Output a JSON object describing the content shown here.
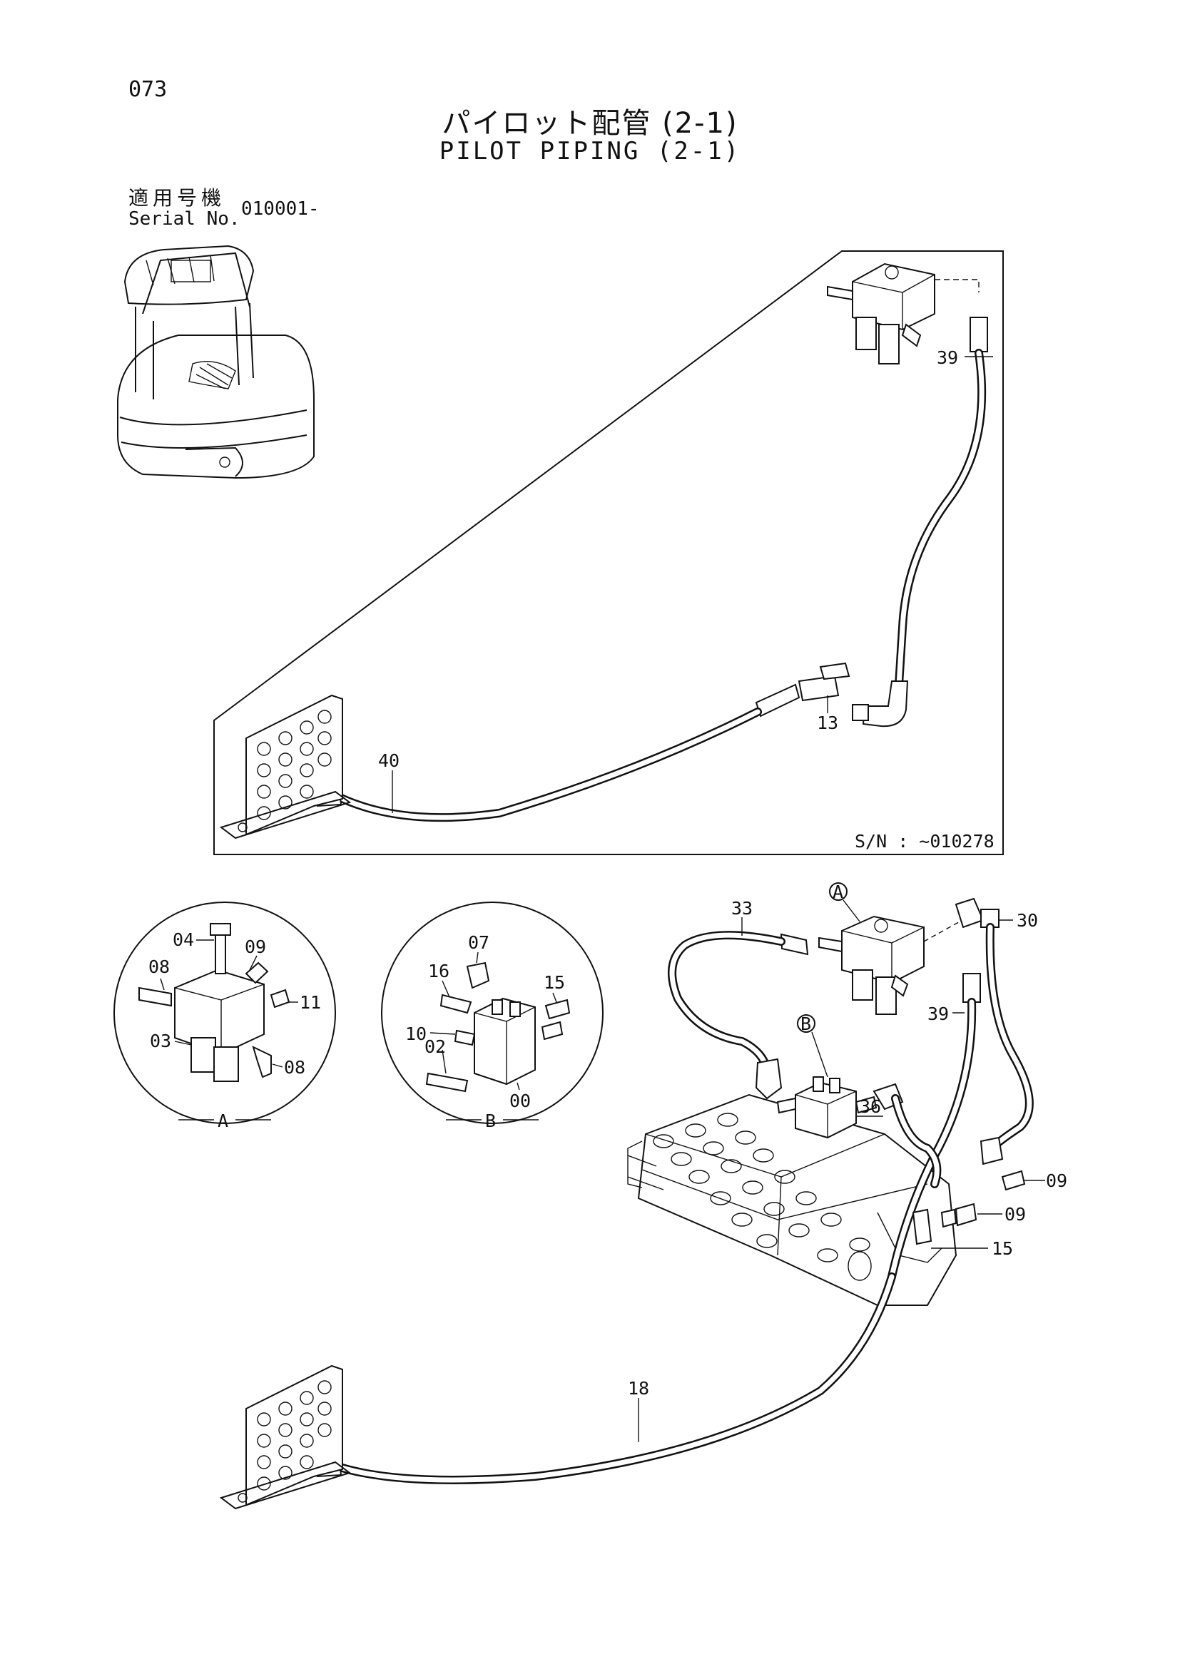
{
  "header": {
    "page_number": "073",
    "title_jp": "パイロット配管 (2-1)",
    "title_en": "PILOT PIPING (2-1)",
    "serial_label_jp": "適用号機",
    "serial_label_en": "Serial No.",
    "serial_value": "010001-"
  },
  "inset": {
    "sn_text": "S/N : ~010278",
    "labels": {
      "p39": "39",
      "p13": "13",
      "p40": "40"
    }
  },
  "detail_a": {
    "letter": "A",
    "labels": {
      "p04": "04",
      "p09": "09",
      "p08a": "08",
      "p11": "11",
      "p03": "03",
      "p08b": "08"
    }
  },
  "detail_b": {
    "letter": "B",
    "labels": {
      "p07": "07",
      "p16": "16",
      "p15": "15",
      "p10": "10",
      "p02": "02",
      "p00": "00"
    }
  },
  "main": {
    "callout_a": "A",
    "callout_b": "B",
    "labels": {
      "p33": "33",
      "p30": "30",
      "p39": "39",
      "p36": "36",
      "p09a": "09",
      "p09b": "09",
      "p15": "15",
      "p18": "18"
    }
  }
}
